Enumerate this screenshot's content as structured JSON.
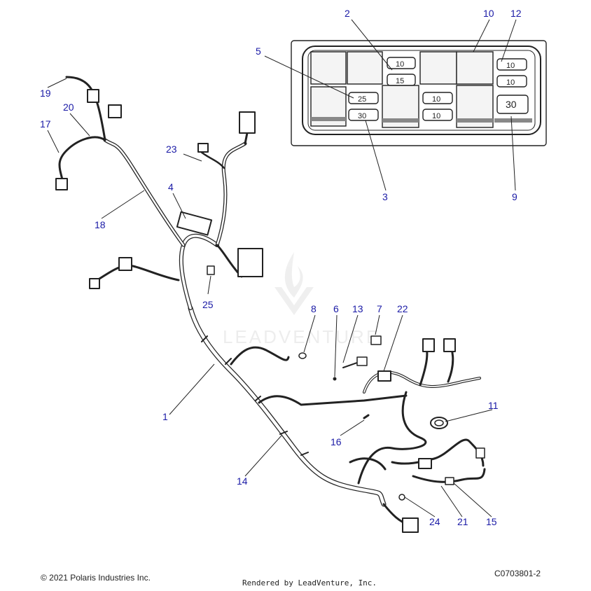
{
  "watermark": {
    "text": "LEADVENTURE"
  },
  "fuse_box": {
    "fuses": [
      {
        "rating": "10",
        "slot": "top-center"
      },
      {
        "rating": "15",
        "slot": "top-center-lower"
      },
      {
        "rating": "25",
        "slot": "left-upper"
      },
      {
        "rating": "30",
        "slot": "left-lower"
      },
      {
        "rating": "10",
        "slot": "mid-upper"
      },
      {
        "rating": "10",
        "slot": "mid-lower"
      },
      {
        "rating": "10",
        "slot": "right-1"
      },
      {
        "rating": "10",
        "slot": "right-2"
      },
      {
        "rating": "30",
        "slot": "right-maxi"
      }
    ]
  },
  "callouts": [
    "1",
    "2",
    "3",
    "4",
    "5",
    "6",
    "7",
    "8",
    "9",
    "10",
    "11",
    "12",
    "13",
    "14",
    "15",
    "16",
    "17",
    "18",
    "19",
    "20",
    "21",
    "22",
    "23",
    "24",
    "25"
  ],
  "footer": {
    "copyright": "© 2021 Polaris Industries Inc.",
    "rendered_by": "Rendered by LeadVenture, Inc.",
    "drawing_code": "C0703801-2"
  }
}
